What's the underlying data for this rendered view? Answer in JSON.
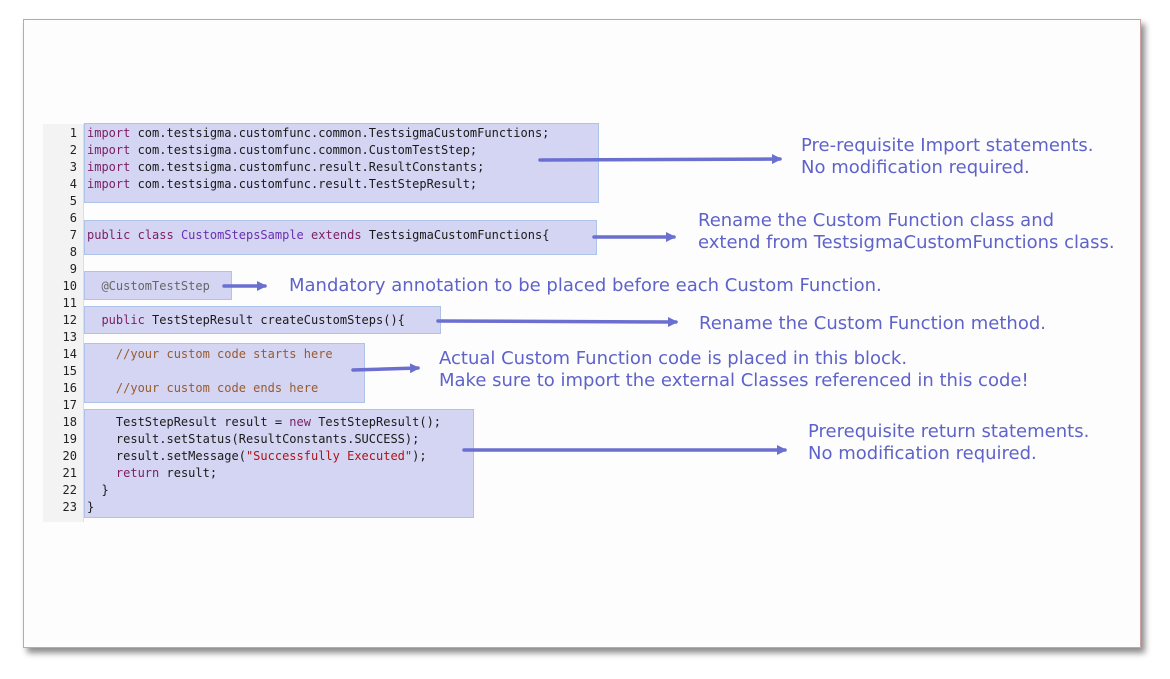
{
  "line_numbers": [
    "1",
    "2",
    "3",
    "4",
    "5",
    "6",
    "7",
    "8",
    "9",
    "10",
    "11",
    "12",
    "13",
    "14",
    "15",
    "16",
    "17",
    "18",
    "19",
    "20",
    "21",
    "22",
    "23"
  ],
  "code": {
    "l1": {
      "kw": "import",
      "rest": " com.testsigma.customfunc.common.TestsigmaCustomFunctions;"
    },
    "l2": {
      "kw": "import",
      "rest": " com.testsigma.customfunc.common.CustomTestStep;"
    },
    "l3": {
      "kw": "import",
      "rest": " com.testsigma.customfunc.result.ResultConstants;"
    },
    "l4": {
      "kw": "import",
      "rest": " com.testsigma.customfunc.result.TestStepResult;"
    },
    "l7": {
      "kw1": "public",
      "kw2": "class",
      "cls": "CustomStepsSample",
      "kw3": "extends",
      "rest": " TestsigmaCustomFunctions{"
    },
    "l10": {
      "ann": "@CustomTestStep"
    },
    "l12": {
      "kw": "public",
      "rest": " TestStepResult createCustomSteps(){"
    },
    "l14": {
      "cm": "//your custom code starts here"
    },
    "l16": {
      "cm": "//your custom code ends here"
    },
    "l18": {
      "pre": "TestStepResult result = ",
      "kw": "new",
      "rest": " TestStepResult();"
    },
    "l19": {
      "text": "result.setStatus(ResultConstants.SUCCESS);"
    },
    "l20": {
      "pre": "result.setMessage(",
      "str": "\"Successfully Executed\"",
      "rest": ");"
    },
    "l21": {
      "kw": "return",
      "rest": " result;"
    },
    "l22": {
      "text": "}"
    },
    "l23": {
      "text": "}"
    }
  },
  "notes": {
    "imports": {
      "line1": "Pre-requisite Import statements.",
      "line2": "No modification required."
    },
    "class": {
      "line1": "Rename the Custom Function class and",
      "line2": "extend from TestsigmaCustomFunctions class."
    },
    "annotation": {
      "line1": "Mandatory annotation to be placed before each Custom Function."
    },
    "method": {
      "line1": "Rename the Custom Function method."
    },
    "block": {
      "line1": "Actual Custom Function code is placed in this block.",
      "line2": "Make sure to import the external Classes referenced in this code!"
    },
    "return": {
      "line1": "Prerequisite return statements.",
      "line2": "No modification required."
    }
  },
  "colors": {
    "highlight": "#d4d5f3",
    "arrow": "#6a6fd0",
    "note_text": "#5f63c9",
    "keyword": "#7b1e63"
  }
}
